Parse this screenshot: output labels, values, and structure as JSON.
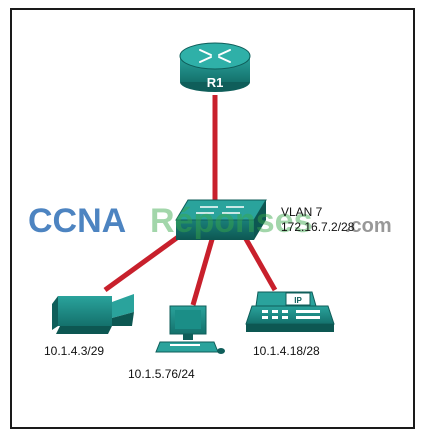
{
  "topology": {
    "router": {
      "label": "R1"
    },
    "switch": {
      "vlan_label": "VLAN 7",
      "ip_label": "172.16.7.2/28"
    },
    "printer": {
      "ip_label": "10.1.4.3/29"
    },
    "pc": {
      "ip_label": "10.1.5.76/24"
    },
    "ip_phone": {
      "ip_label": "10.1.4.18/28",
      "screen_text": "IP"
    }
  },
  "watermark": {
    "part1": "CCNA",
    "part2": "Réponses",
    "part3": ".com"
  },
  "colors": {
    "device": "#1c8a84",
    "device_dark": "#0f5e5a",
    "link": "#c8202c",
    "watermark_blue": "#2f6fb7",
    "watermark_green": "#3aa84a"
  },
  "icons": [
    "router-icon",
    "switch-icon",
    "printer-icon",
    "pc-icon",
    "ip-phone-icon"
  ]
}
